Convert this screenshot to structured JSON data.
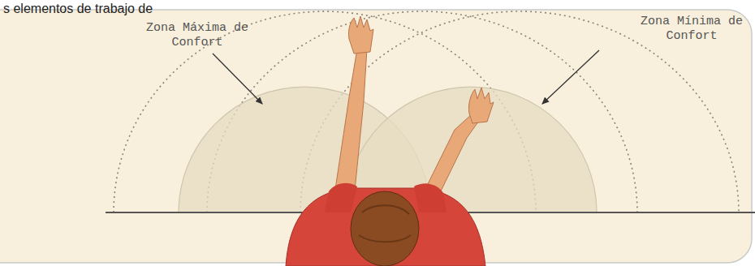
{
  "diagram": {
    "labels": [
      "s elementos de trabajo de",
      "Zona Máxima de Confort",
      "Zona Mínima de Confort"
    ]
  }
}
